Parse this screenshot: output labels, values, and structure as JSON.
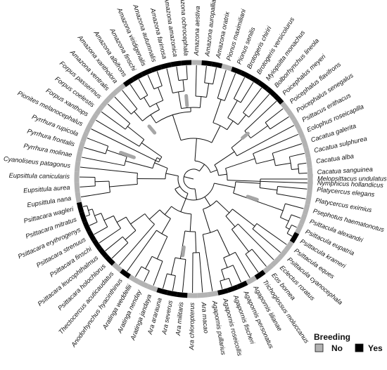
{
  "colors": {
    "breeding_no": "#b3b3b3",
    "breeding_yes": "#000000",
    "branch": "#111111",
    "shift_marker": "#a6a6a6"
  },
  "legend": {
    "title": "Breeding",
    "no_label": "No",
    "yes_label": "Yes"
  },
  "tips": [
    {
      "name": "Melopsittacus undulatus",
      "breeding": "Yes"
    },
    {
      "name": "Platycercus elegans",
      "breeding": "No"
    },
    {
      "name": "Platycercus eximius",
      "breeding": "No"
    },
    {
      "name": "Psephotus haematonotus",
      "breeding": "No"
    },
    {
      "name": "Psittacula alexandri",
      "breeding": "No"
    },
    {
      "name": "Psittacula eupatria",
      "breeding": "No"
    },
    {
      "name": "Psittacula krameri",
      "breeding": "Yes"
    },
    {
      "name": "Psittacula eques",
      "breeding": "No"
    },
    {
      "name": "Psittacula cyanocephala",
      "breeding": "No"
    },
    {
      "name": "Eclectus roratus",
      "breeding": "No"
    },
    {
      "name": "Eos bornea",
      "breeding": "No"
    },
    {
      "name": "Trichoglossus moluccanus",
      "breeding": "Yes"
    },
    {
      "name": "Agapornis lilianae",
      "breeding": "No"
    },
    {
      "name": "Agapornis personatus",
      "breeding": "Yes"
    },
    {
      "name": "Agapornis fischeri",
      "breeding": "Yes"
    },
    {
      "name": "Agapornis roseicollis",
      "breeding": "Yes"
    },
    {
      "name": "Agapornis pullarius",
      "breeding": "No"
    },
    {
      "name": "Ara macao",
      "breeding": "No"
    },
    {
      "name": "Ara chloropterus",
      "breeding": "No"
    },
    {
      "name": "Ara militaris",
      "breeding": "Yes"
    },
    {
      "name": "Ara severus",
      "breeding": "Yes"
    },
    {
      "name": "Ara ararauna",
      "breeding": "Yes"
    },
    {
      "name": "Aratinga jandaya",
      "breeding": "No"
    },
    {
      "name": "Aratinga nenday",
      "breeding": "No"
    },
    {
      "name": "Aratinga weddellii",
      "breeding": "No"
    },
    {
      "name": "Anodorhynchus hyacinthinus",
      "breeding": "Yes"
    },
    {
      "name": "Thectocercus acuticaudatus",
      "breeding": "No"
    },
    {
      "name": "Psittacara holochlorus",
      "breeding": "Yes"
    },
    {
      "name": "Psittacara leucophthalmus",
      "breeding": "Yes"
    },
    {
      "name": "Psittacara finschi",
      "breeding": "Yes"
    },
    {
      "name": "Psittacara strenuus",
      "breeding": "Yes"
    },
    {
      "name": "Psittacara erythrogenys",
      "breeding": "Yes"
    },
    {
      "name": "Psittacara mitratus",
      "breeding": "Yes"
    },
    {
      "name": "Psittacara wagleri",
      "breeding": "Yes"
    },
    {
      "name": "Eupsittula nana",
      "breeding": "No"
    },
    {
      "name": "Eupsittula aurea",
      "breeding": "No"
    },
    {
      "name": "Eupsittula canicularis",
      "breeding": "No"
    },
    {
      "name": "Cyanoliseus patagonus",
      "breeding": "No"
    },
    {
      "name": "Pyrrhura molinae",
      "breeding": "No"
    },
    {
      "name": "Pyrrhura frontalis",
      "breeding": "No"
    },
    {
      "name": "Pyrrhura rupicola",
      "breeding": "No"
    },
    {
      "name": "Pionites melanocephalus",
      "breeding": "No"
    },
    {
      "name": "Forpus xanthops",
      "breeding": "No"
    },
    {
      "name": "Forpus coelestis",
      "breeding": "No"
    },
    {
      "name": "Forpus passerinus",
      "breeding": "No"
    },
    {
      "name": "Amazona ventralis",
      "breeding": "No"
    },
    {
      "name": "Amazona xantholora",
      "breeding": "No"
    },
    {
      "name": "Amazona albifrons",
      "breeding": "Yes"
    },
    {
      "name": "Amazona finschi",
      "breeding": "Yes"
    },
    {
      "name": "Amazona viridigenalis",
      "breeding": "Yes"
    },
    {
      "name": "Amazona autumnalis",
      "breeding": "Yes"
    },
    {
      "name": "Amazona farinosa",
      "breeding": "Yes"
    },
    {
      "name": "Amazona amazonica",
      "breeding": "Yes"
    },
    {
      "name": "Amazona ochrocephala",
      "breeding": "Yes"
    },
    {
      "name": "Amazona aestiva",
      "breeding": "No"
    },
    {
      "name": "Amazona auropalliata",
      "breeding": "Yes"
    },
    {
      "name": "Amazona oratrix",
      "breeding": "Yes"
    },
    {
      "name": "Pionus maximiliani",
      "breeding": "No"
    },
    {
      "name": "Pionus senilis",
      "breeding": "Yes"
    },
    {
      "name": "Brotogeris chiriri",
      "breeding": "Yes"
    },
    {
      "name": "Brotogeris versicolurus",
      "breeding": "Yes"
    },
    {
      "name": "Myiopsitta monachus",
      "breeding": "Yes"
    },
    {
      "name": "Bolborhynchus lineola",
      "breeding": "Yes"
    },
    {
      "name": "Poicephalus meyeri",
      "breeding": "Yes"
    },
    {
      "name": "Poicephalus flavifrons",
      "breeding": "No"
    },
    {
      "name": "Poicephalus senegalus",
      "breeding": "No"
    },
    {
      "name": "Psittacus erithacus",
      "breeding": "No"
    },
    {
      "name": "Eolophus roseicapilla",
      "breeding": "No"
    },
    {
      "name": "Cacatua galerita",
      "breeding": "No"
    },
    {
      "name": "Cacatua sulphurea",
      "breeding": "No"
    },
    {
      "name": "Cacatua alba",
      "breeding": "No"
    },
    {
      "name": "Cacatua sanguinea",
      "breeding": "No"
    },
    {
      "name": "Nymphicus hollandicus",
      "breeding": "No"
    }
  ]
}
